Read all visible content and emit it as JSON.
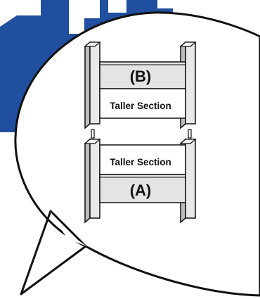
{
  "colors": {
    "brand_blue": "#1f4f9e",
    "bubble_fill": "#ffffff",
    "outline": "#111111",
    "panel_fill": "#e4e4e4",
    "post_fill": "#e9e9e9",
    "post_shadow": "#bdbdbd"
  },
  "diagram": {
    "figure_b": {
      "id_label": "(B)",
      "section_label": "Taller Section"
    },
    "figure_a": {
      "id_label": "(A)",
      "section_label": "Taller Section"
    }
  }
}
